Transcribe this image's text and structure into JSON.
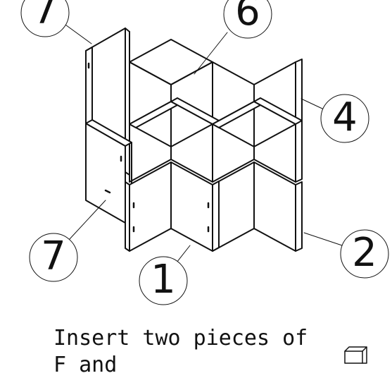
{
  "callouts": {
    "top_left": "7",
    "top_center": "6",
    "right": "4",
    "bottom_left": "7",
    "bottom_center": "1",
    "bottom_right": "2"
  },
  "instruction": {
    "line1": "Insert two pieces of",
    "line2": "F and"
  },
  "icons": {
    "board_piece": "board-piece-icon"
  }
}
